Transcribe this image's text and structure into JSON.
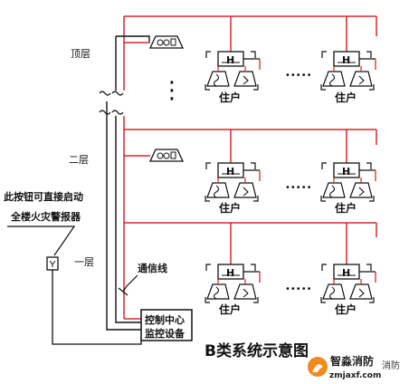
{
  "floors": {
    "top": "顶层",
    "second": "二层",
    "first": "一层"
  },
  "unit_label": "住户",
  "h_symbol": "H",
  "ellipsis": "•••••",
  "vertical_dots": "⋮",
  "bypass_note": {
    "line1": "此按钮可直接启动",
    "line2": "全楼火灾警报器"
  },
  "comm_line_label": "通信线",
  "control_center": {
    "line1": "控制中心",
    "line2": "监控设备"
  },
  "caption": "B类系统示意图",
  "watermark": {
    "brand": "智淼消防",
    "url": "zmjaxf.com",
    "suffix": "消防"
  },
  "colors": {
    "red_line": "#d9262c",
    "black_line": "#111111",
    "logo_orange": "#f08a1c"
  }
}
